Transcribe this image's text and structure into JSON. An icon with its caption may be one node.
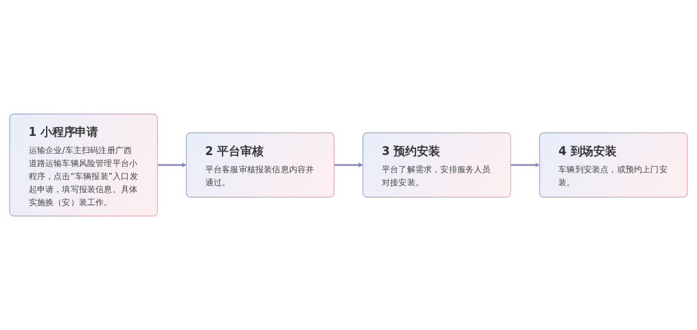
{
  "diagram": {
    "nodes": [
      {
        "text": [
          "1 小程序申请",
          "运输企业/车主扫码注册广西道路运输车辆风险管理平台小程序，点击“车辆报装”入口发起申请，填写报装信息。具体实施换（安）装工作。"
        ]
      },
      {
        "text": [
          "2 平台审核",
          "平台客服审核报装信息内容并通过。"
        ]
      },
      {
        "text": [
          "3 预约安装",
          "平台了解需求，安排服务人员对接安装。"
        ]
      },
      {
        "text": [
          "4 到场安装",
          "车辆到安装点，或预约上门安装。"
        ]
      }
    ],
    "edges": [
      {
        "from": 0,
        "to": 1,
        "arrow": "to"
      },
      {
        "from": 1,
        "to": 2,
        "arrow": "to"
      },
      {
        "from": 2,
        "to": 3,
        "arrow": "to"
      }
    ]
  }
}
